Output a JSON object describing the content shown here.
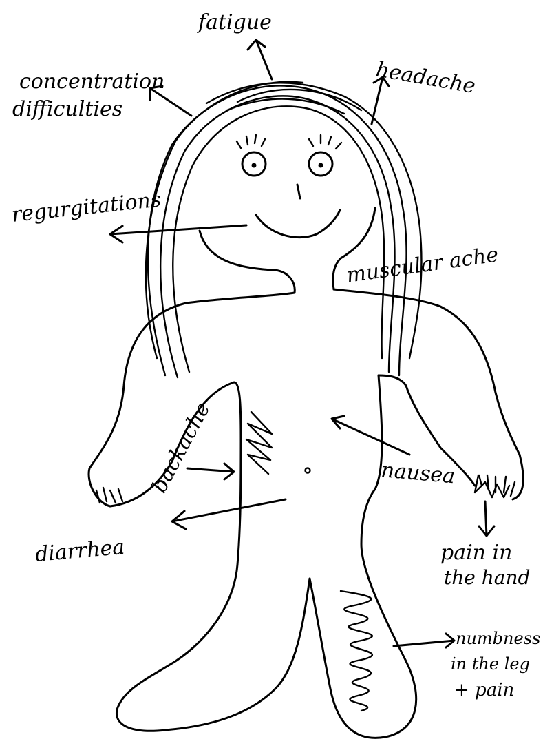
{
  "diagram": {
    "type": "hand-drawn body symptom map",
    "ink_color": "#000000",
    "background": "#ffffff",
    "labels": {
      "fatigue": "fatigue",
      "concentration_1": "concentration",
      "concentration_2": "difficulties",
      "headache": "headache",
      "regurgitations": "regurgitations",
      "muscular_ache": "muscular ache",
      "backache": "backache",
      "nausea": "nausea",
      "diarrhea": "diarrhea",
      "pain_hand_1": "pain in",
      "pain_hand_2": "the hand",
      "numbness_1": "numbness",
      "numbness_2": "in the leg",
      "numbness_3": "+ pain"
    }
  }
}
